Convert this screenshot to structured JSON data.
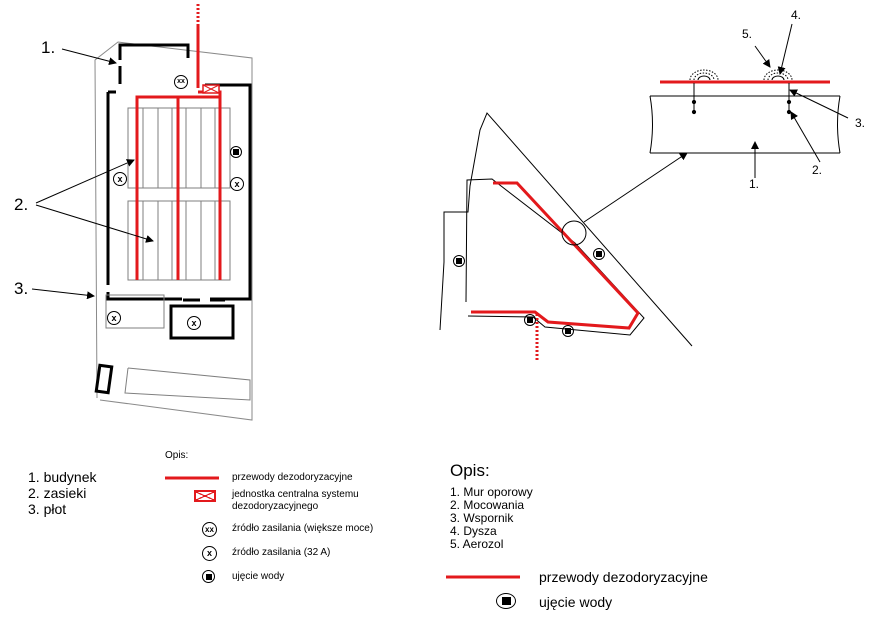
{
  "left_plan": {
    "callouts": [
      "1.",
      "2.",
      "3."
    ]
  },
  "left_list": [
    "1. budynek",
    "2. zasieki",
    "3. płot"
  ],
  "legend_small": {
    "heading": "Opis:",
    "items": [
      {
        "symbol": "red-line",
        "text": "przewody dezodoryzacyjne"
      },
      {
        "symbol": "central-unit",
        "text_lines": [
          "jednostka centralna systemu",
          "dezodoryzacyjnego"
        ]
      },
      {
        "symbol": "power-xx",
        "glyph": "xx",
        "text": "źródło zasilania (większe moce)"
      },
      {
        "symbol": "power-x",
        "glyph": "x",
        "text": "źródło zasilania (32 A)"
      },
      {
        "symbol": "water",
        "text": "ujęcie wody"
      }
    ]
  },
  "detail": {
    "callouts": [
      "4.",
      "5.",
      "3.",
      "2.",
      "1."
    ]
  },
  "right_legend": {
    "heading": "Opis:",
    "items": [
      "1. Mur oporowy",
      "2. Mocowania",
      "3. Wspornik",
      "4. Dysza",
      "5. Aerozol"
    ],
    "line_label": "przewody dezodoryzacyjne",
    "water_label": "ujęcie wody"
  },
  "colors": {
    "pipe": "#e3191c",
    "line": "#000000",
    "outline": "#7f7f7f"
  }
}
